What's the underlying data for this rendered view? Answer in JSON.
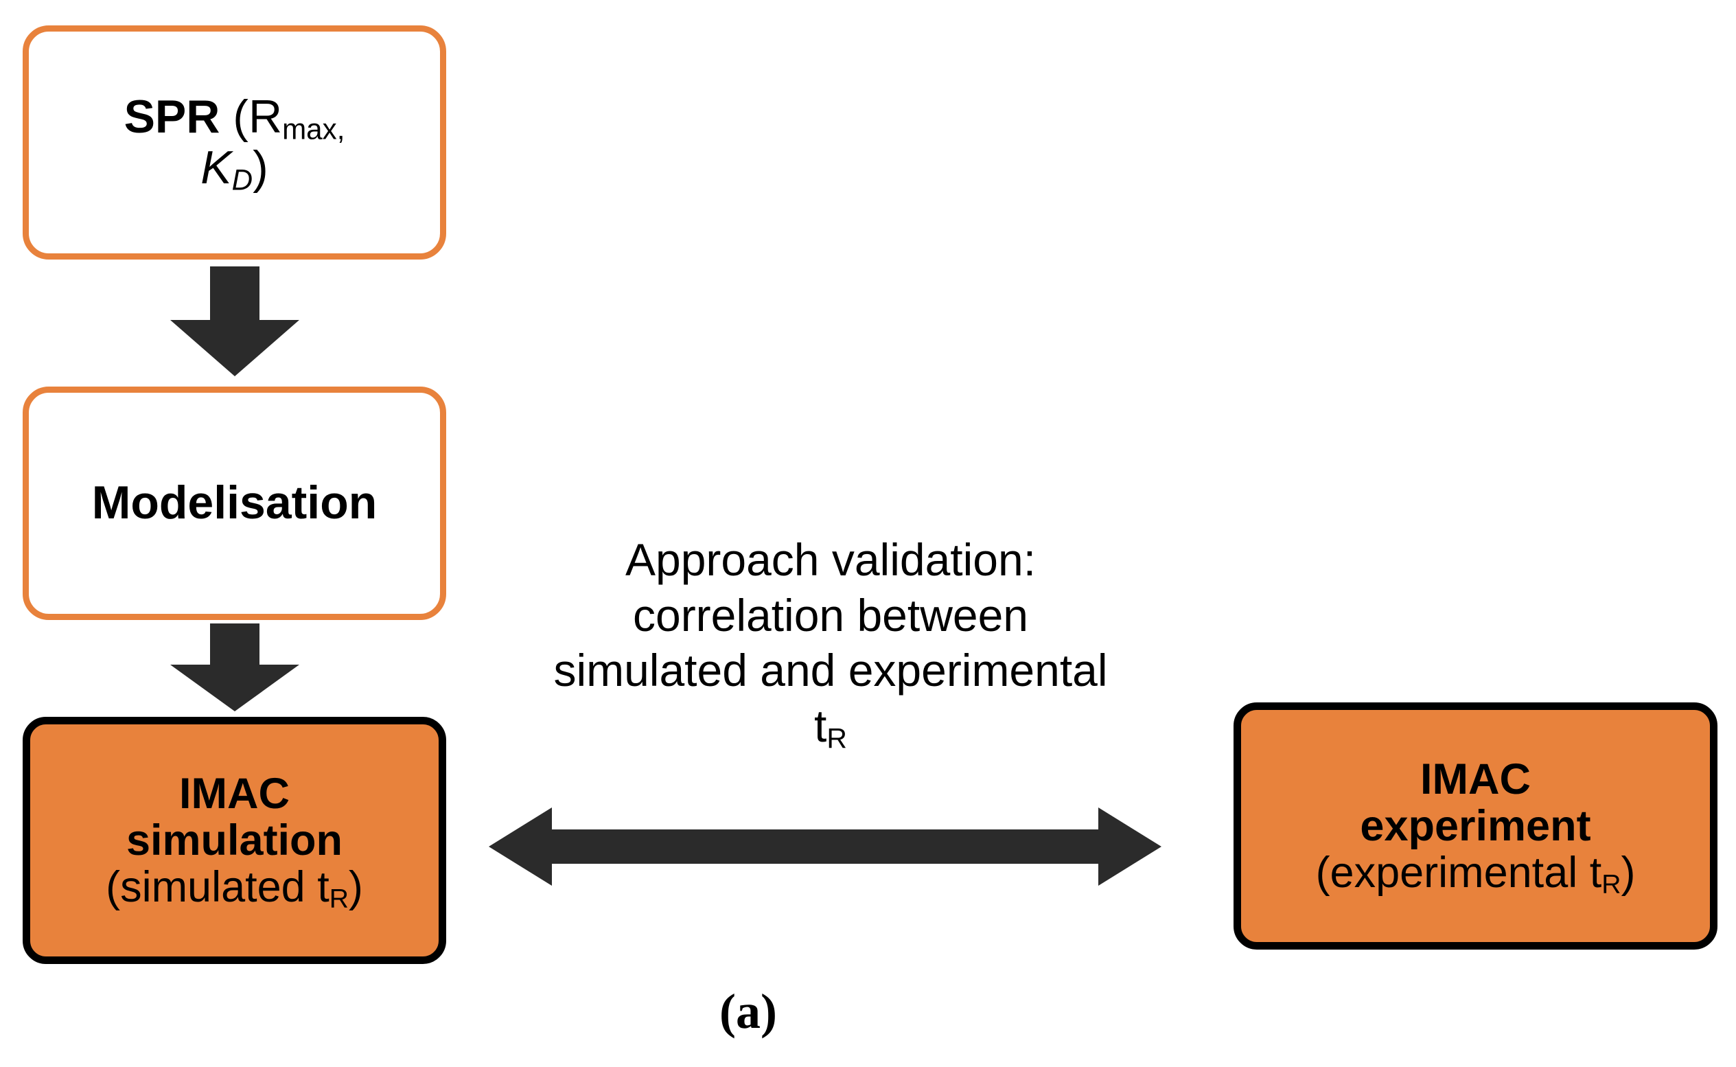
{
  "figure": {
    "label": "(a)",
    "accent_color": "#E8823C",
    "arrow_color": "#2B2B2B",
    "outline_color": "#E8823C",
    "filled_border_color": "#000000",
    "background": "#FFFFFF"
  },
  "nodes": {
    "spr": {
      "name": "SPR",
      "bold_prefix": "SPR",
      "open_paren": " (R",
      "sub_max": "max,",
      "k_letter": "K",
      "sub_d": "D",
      "close_paren": ")",
      "full_text": "SPR (Rmax, KD)"
    },
    "modelisation": {
      "label": "Modelisation"
    },
    "imac_simulation": {
      "title_line1": "IMAC",
      "title_line2": "simulation",
      "detail_open": "(simulated t",
      "detail_sub": "R",
      "detail_close": ")",
      "full_text": "IMAC simulation (simulated tR)"
    },
    "imac_experiment": {
      "title_line1": "IMAC",
      "title_line2": "experiment",
      "detail_open": "(experimental t",
      "detail_sub": "R",
      "detail_close": ")",
      "full_text": "IMAC experiment (experimental tR)"
    }
  },
  "annotations": {
    "validation": {
      "line1": "Approach validation:",
      "line2": "correlation between",
      "line3": "simulated and experimental",
      "line4_base": "t",
      "line4_sub": "R",
      "full_text": "Approach validation: correlation between simulated and experimental tR"
    }
  },
  "connectors": {
    "spr_to_modelisation": "down-arrow",
    "modelisation_to_simulation": "down-arrow",
    "simulation_to_experiment": "double-headed-arrow"
  }
}
